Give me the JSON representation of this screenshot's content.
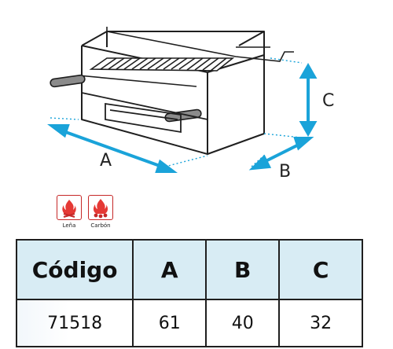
{
  "dimensions": {
    "a": "A",
    "b": "B",
    "c": "C"
  },
  "fuel_types": [
    {
      "label": "Leña",
      "icon": "firewood-icon"
    },
    {
      "label": "Carbón",
      "icon": "charcoal-icon"
    }
  ],
  "table": {
    "headers": [
      "Código",
      "A",
      "B",
      "C"
    ],
    "rows": [
      [
        "71518",
        "61",
        "40",
        "32"
      ]
    ]
  },
  "colors": {
    "arrow": "#1aa3d9",
    "header_bg": "#d8ecf4",
    "fuel_icon": "#c62828",
    "line": "#1f1f1f"
  }
}
